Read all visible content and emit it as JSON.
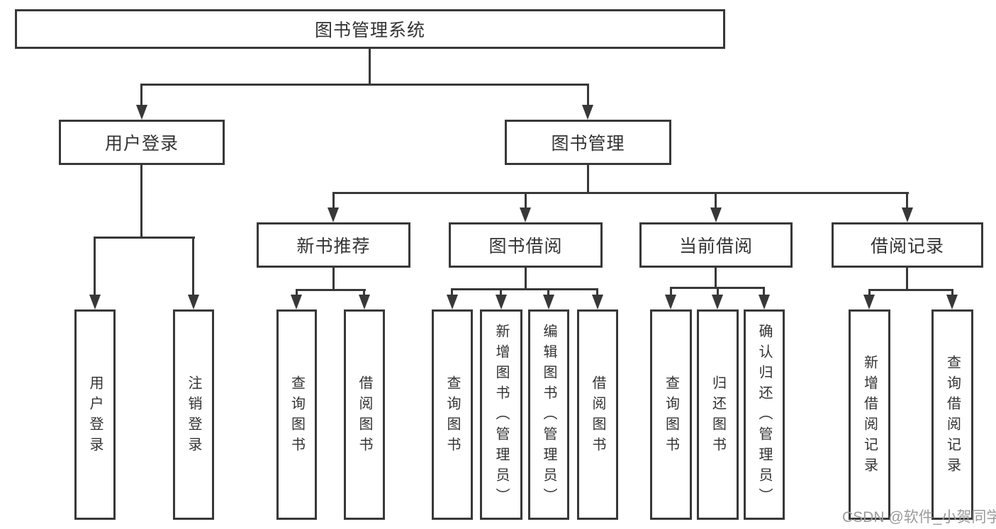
{
  "nodes": {
    "system": {
      "label": "图书管理系统"
    },
    "user_login": {
      "label": "用户登录"
    },
    "book_mgmt": {
      "label": "图书管理"
    },
    "new_book_rec": {
      "label": "新书推荐"
    },
    "book_borrow": {
      "label": "图书借阅"
    },
    "current_borrow": {
      "label": "当前借阅"
    },
    "borrow_records": {
      "label": "借阅记录"
    },
    "ul_login": {
      "label": "用户登录"
    },
    "ul_logout": {
      "label": "注销登录"
    },
    "nbr_query_book": {
      "label": "查询图书"
    },
    "nbr_borrow_book": {
      "label": "借阅图书"
    },
    "bb_query_book": {
      "label": "查询图书"
    },
    "bb_add_book": {
      "label": "新增图书（管理员）"
    },
    "bb_edit_book": {
      "label": "编辑图书（管理员）"
    },
    "bb_borrow_book": {
      "label": "借阅图书"
    },
    "cb_query_book": {
      "label": "查询图书"
    },
    "cb_return_book": {
      "label": "归还图书"
    },
    "cb_confirm_return": {
      "label": "确认归还（管理员）"
    },
    "br_add_record": {
      "label": "新增借阅记录"
    },
    "br_query_record": {
      "label": "查询借阅记录"
    }
  },
  "watermark": {
    "text": "CSDN @软件_小贺同学"
  },
  "colors": {
    "line": "#383838",
    "text": "#333333",
    "watermark": "#9b9b9b",
    "background": "#ffffff"
  }
}
